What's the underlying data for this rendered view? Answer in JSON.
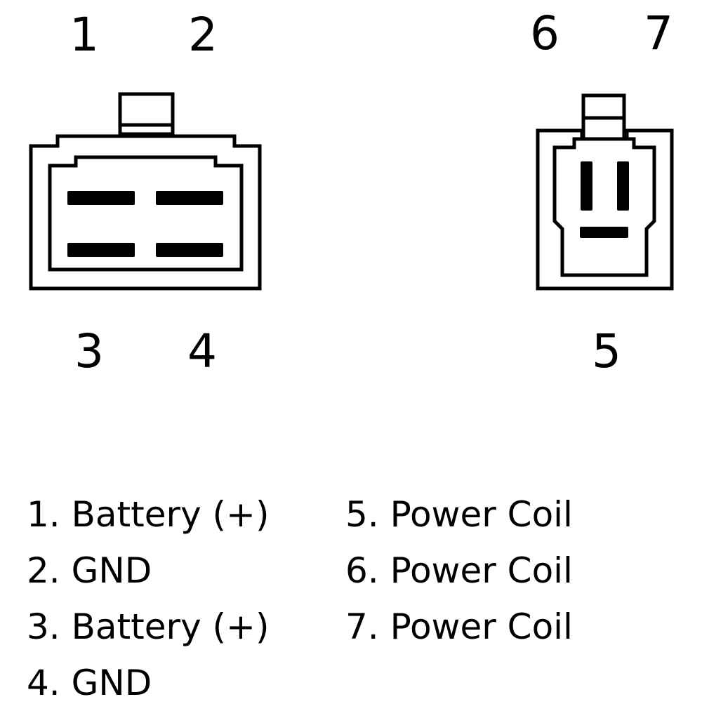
{
  "pin_labels": {
    "p1": "1",
    "p2": "2",
    "p3": "3",
    "p4": "4",
    "p5": "5",
    "p6": "6",
    "p7": "7"
  },
  "legend": {
    "left": [
      "1. Battery (+)",
      "2. GND",
      "3. Battery (+)",
      "4. GND"
    ],
    "right": [
      "5. Power Coil",
      "6. Power Coil",
      "7. Power Coil"
    ]
  },
  "colors": {
    "line": "#000000",
    "background": "#ffffff"
  }
}
